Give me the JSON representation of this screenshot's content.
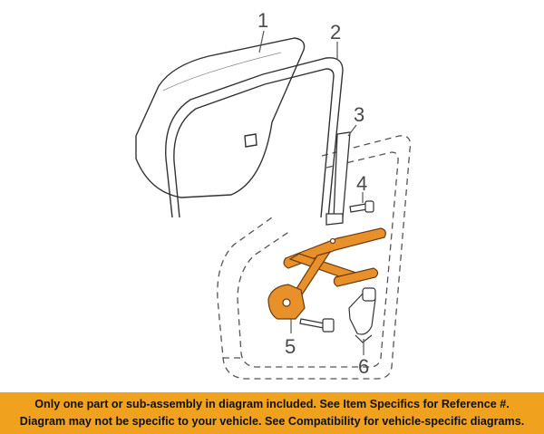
{
  "callouts": {
    "c1": "1",
    "c2": "2",
    "c3": "3",
    "c4": "4",
    "c5": "5",
    "c6": "6"
  },
  "banner": {
    "line1": "Only one part or sub-assembly in diagram included. See Item Specifics for Reference #.",
    "line2": "Diagram may not be specific to your vehicle. See Compatibility for vehicle-specific diagrams."
  },
  "colors": {
    "highlight_part": "#e8902a",
    "banner_background": "#f0a21f",
    "line_art": "#333333",
    "callout_text": "#4a4a4a"
  }
}
